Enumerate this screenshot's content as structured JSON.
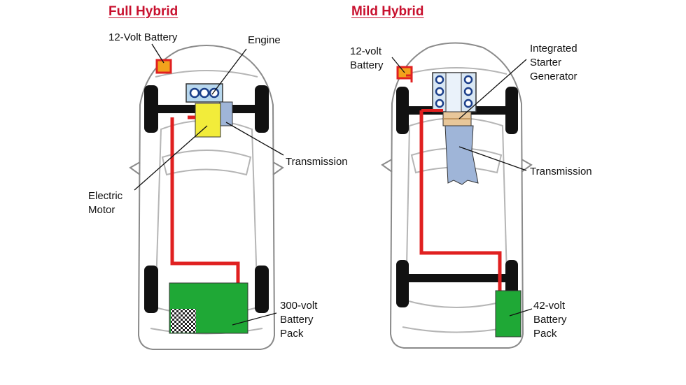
{
  "colors": {
    "title": "#c8102e",
    "wire": "#e02020",
    "big_battery": "#1fa836",
    "small_battery": "#f2a21c",
    "motor": "#f2ec3a",
    "engine": "#b7d7ee",
    "transmission": "#9fb5d8",
    "integrated_starter_generator": "#e8c79a",
    "axle": "#111111",
    "car_outline": "#8a8a8a"
  },
  "full_hybrid": {
    "title": "Full Hybrid",
    "labels": {
      "battery_12v": "12-Volt Battery",
      "engine": "Engine",
      "transmission": "Transmission",
      "electric_motor": [
        "Electric",
        "Motor"
      ],
      "battery_pack": [
        "300-volt",
        "Battery",
        "Pack"
      ]
    }
  },
  "mild_hybrid": {
    "title": "Mild Hybrid",
    "labels": {
      "battery_12v": [
        "12-volt",
        "Battery"
      ],
      "starter_generator": [
        "Integrated",
        "Starter",
        "Generator"
      ],
      "transmission": "Transmission",
      "battery_pack": [
        "42-volt",
        "Battery",
        "Pack"
      ]
    }
  }
}
